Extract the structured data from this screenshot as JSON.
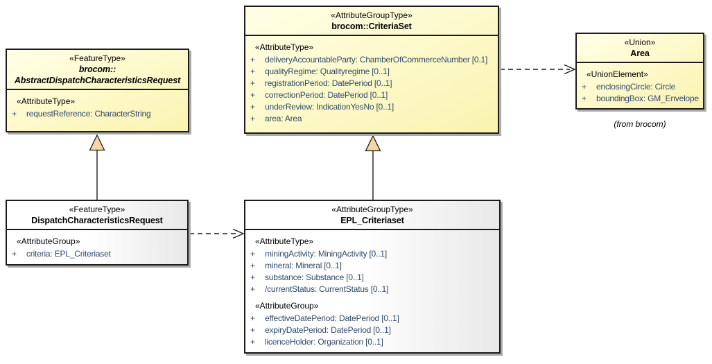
{
  "colors": {
    "box_fill_yellow_start": "#ffffe6",
    "box_fill_yellow_end": "#faf3b0",
    "box_fill_white_start": "#ffffff",
    "box_fill_white_end": "#e8e8e8",
    "border": "#1c1c1c",
    "attribute_text": "#31496b",
    "generalization_arrow_fill": "#f6d7a4",
    "shadow": "#ababab"
  },
  "visibility_marker": "+",
  "classes": {
    "abstract_request": {
      "stereotype": "«FeatureType»",
      "name_line1": "brocom::",
      "name_line2": "AbstractDispatchCharacteristicsRequest",
      "attr_stereotype": "«AttributeType»",
      "attributes": [
        "requestReference: CharacterString"
      ]
    },
    "criteria_set": {
      "stereotype": "«AttributeGroupType»",
      "name": "brocom::CriteriaSet",
      "attr_stereotype": "«AttributeType»",
      "attributes": [
        "deliveryAccountableParty: ChamberOfCommerceNumber [0.1]",
        "qualityRegime: Qualityregime [0..1]",
        "registrationPeriod: DatePeriod [0..1]",
        "correctionPeriod: DatePeriod [0..1]",
        "underReview: IndicationYesNo [0..1]",
        "area: Area"
      ]
    },
    "area": {
      "stereotype": "«Union»",
      "name": "Area",
      "attr_stereotype": "«UnionElement»",
      "attributes": [
        "enclosingCircle: Circle",
        "boundingBox: GM_Envelope"
      ],
      "origin_note": "(from brocom)"
    },
    "dispatch_request": {
      "stereotype": "«FeatureType»",
      "name": "DispatchCharacteristicsRequest",
      "attr_stereotype": "«AttributeGroup»",
      "attributes": [
        "criteria: EPL_Criteriaset"
      ]
    },
    "epl_criteriaset": {
      "stereotype": "«AttributeGroupType»",
      "name": "EPL_Criteriaset",
      "attr_type_stereotype": "«AttributeType»",
      "attr_type_attributes": [
        "miningActivity: MiningActivity [0..1]",
        "mineral: Mineral [0..1]",
        "substance: Substance [0..1]",
        "/currentStatus: CurrentStatus [0..1]"
      ],
      "attr_group_stereotype": "«AttributeGroup»",
      "attr_group_attributes": [
        "effectiveDatePeriod: DatePeriod [0..1]",
        "expiryDatePeriod: DatePeriod [0..1]",
        "licenceHolder: Organization [0..1]"
      ]
    }
  }
}
